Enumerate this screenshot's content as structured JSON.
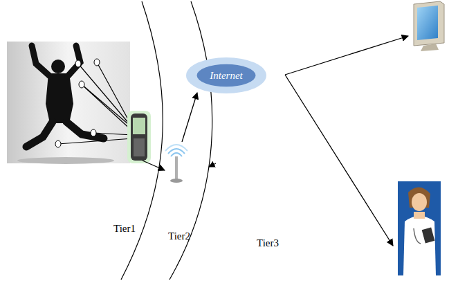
{
  "diagram": {
    "nodes": [
      {
        "text": [
          "Internet"
        ]
      }
    ],
    "labels": [
      "Tier1",
      "Tier2",
      "Tier3"
    ]
  }
}
